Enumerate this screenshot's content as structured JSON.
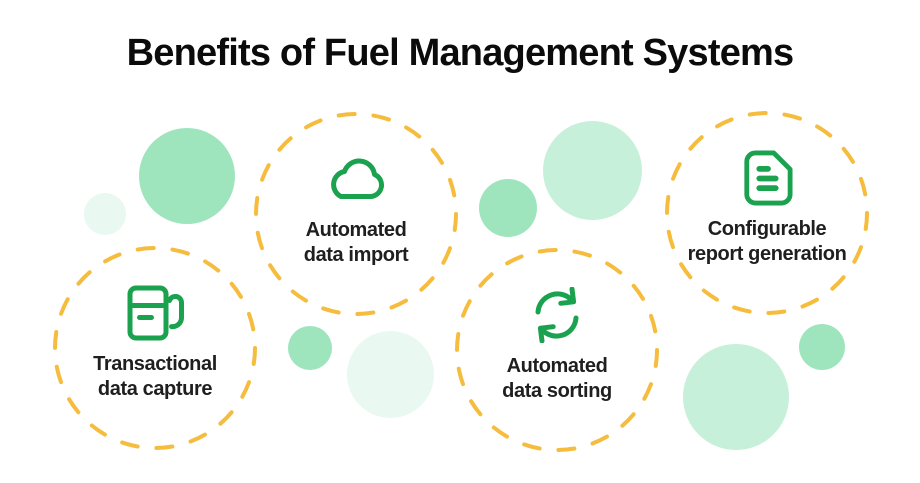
{
  "title": "Benefits of Fuel Management Systems",
  "colors": {
    "accent_green": "#1BA24F",
    "dash_amber": "#F5BC3D",
    "mint": "#9EE5BD",
    "mint_light": "#C7F0DA",
    "mint_faint": "#E9F8F0",
    "title_color": "#0B0B0B",
    "label_color": "#1F1F1F"
  },
  "features": [
    {
      "id": "transactional-data-capture",
      "icon": "fuel-pump-icon",
      "lines": [
        "Transactional",
        "data capture"
      ]
    },
    {
      "id": "automated-data-import",
      "icon": "cloud-icon",
      "lines": [
        "Automated",
        "data import"
      ]
    },
    {
      "id": "automated-data-sorting",
      "icon": "sync-arrows-icon",
      "lines": [
        "Automated",
        "data sorting"
      ]
    },
    {
      "id": "configurable-report-generation",
      "icon": "document-icon",
      "lines": [
        "Configurable",
        "report generation"
      ]
    }
  ]
}
